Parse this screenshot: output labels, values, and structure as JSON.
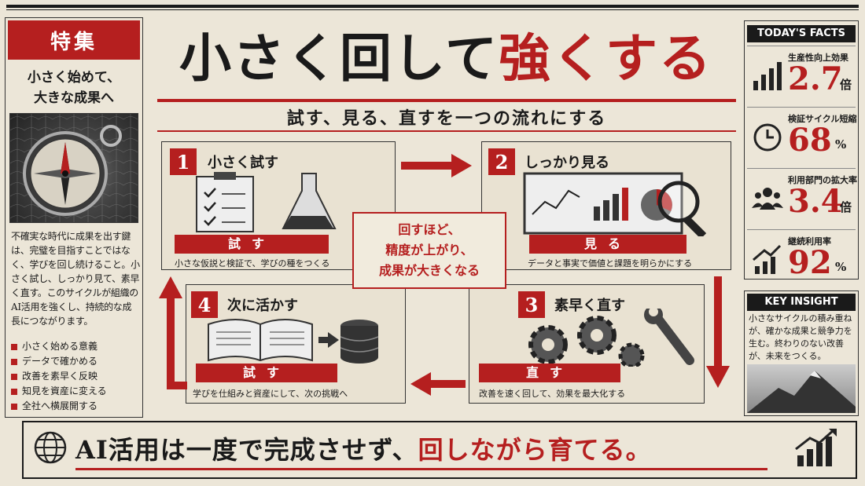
{
  "header": {
    "title_main": "小さく回して",
    "title_accent": "強くする",
    "subtitle": "試す、見る、直すを一つの流れにする"
  },
  "sidebar": {
    "badge": "特集",
    "lead_line1": "小さく始めて、",
    "lead_line2": "大きな成果へ",
    "body": "不確実な時代に成果を出す鍵は、完璧を目指すことではなく、学びを回し続けること。小さく試し、しっかり見て、素早く直す。このサイクルが組織のAI活用を強くし、持続的な成長につながります。",
    "bullets": [
      "小さく始める意義",
      "データで確かめる",
      "改善を素早く反映",
      "知見を資産に変える",
      "全社へ横展開する"
    ]
  },
  "steps": [
    {
      "num": "1",
      "title": "小さく試す",
      "band": "試す",
      "desc": "小さな仮説と検証で、学びの種をつくる"
    },
    {
      "num": "2",
      "title": "しっかり見る",
      "band": "見る",
      "desc": "データと事実で価値と課題を明らかにする"
    },
    {
      "num": "3",
      "title": "素早く直す",
      "band": "直す",
      "desc": "改善を速く回して、効果を最大化する"
    },
    {
      "num": "4",
      "title": "次に活かす",
      "band": "試す",
      "desc": "学びを仕組みと資産にして、次の挑戦へ"
    }
  ],
  "center": {
    "line1": "回すほど、",
    "line2": "精度が上がり、",
    "line3": "成果が大きくなる"
  },
  "facts": {
    "heading": "TODAY'S FACTS",
    "items": [
      {
        "label": "生産性向上効果",
        "value": "2.7",
        "unit": "倍",
        "icon": "bar-chart-icon"
      },
      {
        "label": "検証サイクル短縮",
        "value": "68",
        "unit": "%",
        "icon": "clock-icon"
      },
      {
        "label": "利用部門の拡大率",
        "value": "3.4",
        "unit": "倍",
        "icon": "people-icon"
      },
      {
        "label": "継続利用率",
        "value": "92",
        "unit": "%",
        "icon": "growth-chart-icon"
      }
    ]
  },
  "insight": {
    "heading": "KEY INSIGHT",
    "text": "小さなサイクルの積み重ねが、確かな成果と競争力を生む。終わりのない改善が、未来をつくる。"
  },
  "footer": {
    "text_main": "AI活用は一度で完成させず、",
    "text_accent": "回しながら育てる。"
  },
  "colors": {
    "accent": "#b51f1f",
    "paper": "#ece6d8",
    "ink": "#1a1a1a"
  }
}
